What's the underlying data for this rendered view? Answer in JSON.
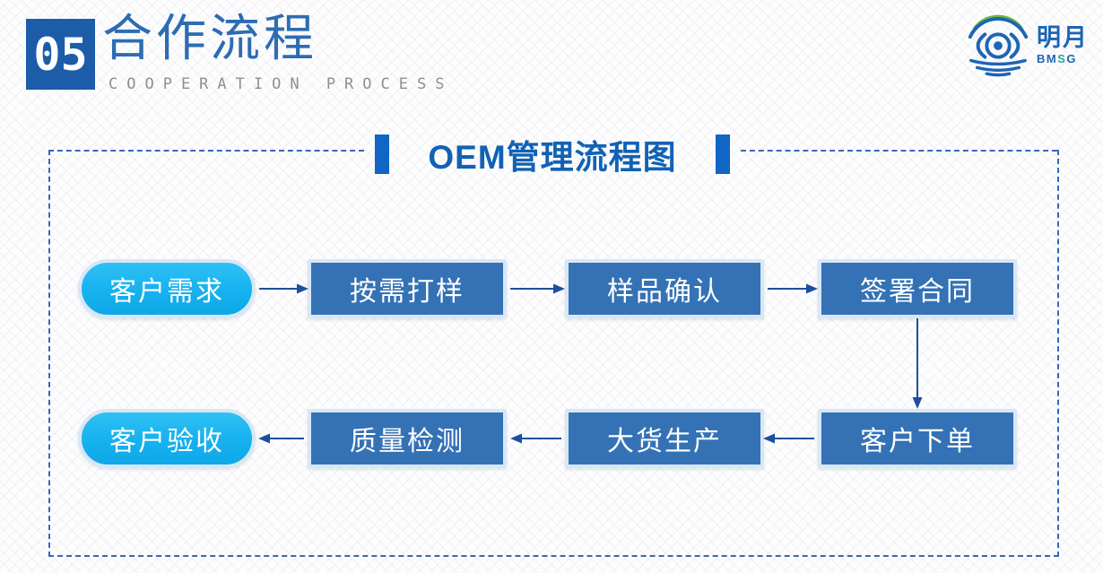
{
  "header": {
    "number": "05",
    "title": "合作流程",
    "subtitle": "COOPERATION PROCESS"
  },
  "logo": {
    "name": "明月",
    "abbr_prefix": "BM",
    "abbr_mid": "S",
    "abbr_suffix": "G"
  },
  "diagram": {
    "title": "OEM管理流程图",
    "rows": [
      {
        "direction": "right",
        "nodes": [
          {
            "label": "客户需求",
            "shape": "pill"
          },
          {
            "label": "按需打样",
            "shape": "rect"
          },
          {
            "label": "样品确认",
            "shape": "rect"
          },
          {
            "label": "签署合同",
            "shape": "rect"
          }
        ]
      },
      {
        "direction": "left",
        "nodes": [
          {
            "label": "客户验收",
            "shape": "pill"
          },
          {
            "label": "质量检测",
            "shape": "rect"
          },
          {
            "label": "大货生产",
            "shape": "rect"
          },
          {
            "label": "客户下单",
            "shape": "rect"
          }
        ]
      }
    ],
    "connections": [
      "客户需求→按需打样",
      "按需打样→样品确认",
      "样品确认→签署合同",
      "签署合同→客户下单",
      "客户下单→大货生产",
      "大货生产→质量检测",
      "质量检测→客户验收"
    ]
  },
  "colors": {
    "header-box": "#1d5ca9",
    "header-title": "#2d6cb3",
    "header-subtitle": "#8f8f8f",
    "diagram-title": "#1162b4",
    "title-bar": "#1065c5",
    "frame-dash": "#3568bb",
    "node-rect": "#3472b5",
    "node-pill": "#16b1ef",
    "node-border": "#d8e7f5",
    "arrow": "#1c4f9f",
    "logo-blue": "#1d65b5",
    "logo-green": "#6cb83e",
    "logo-teal": "#2fa3a0"
  }
}
